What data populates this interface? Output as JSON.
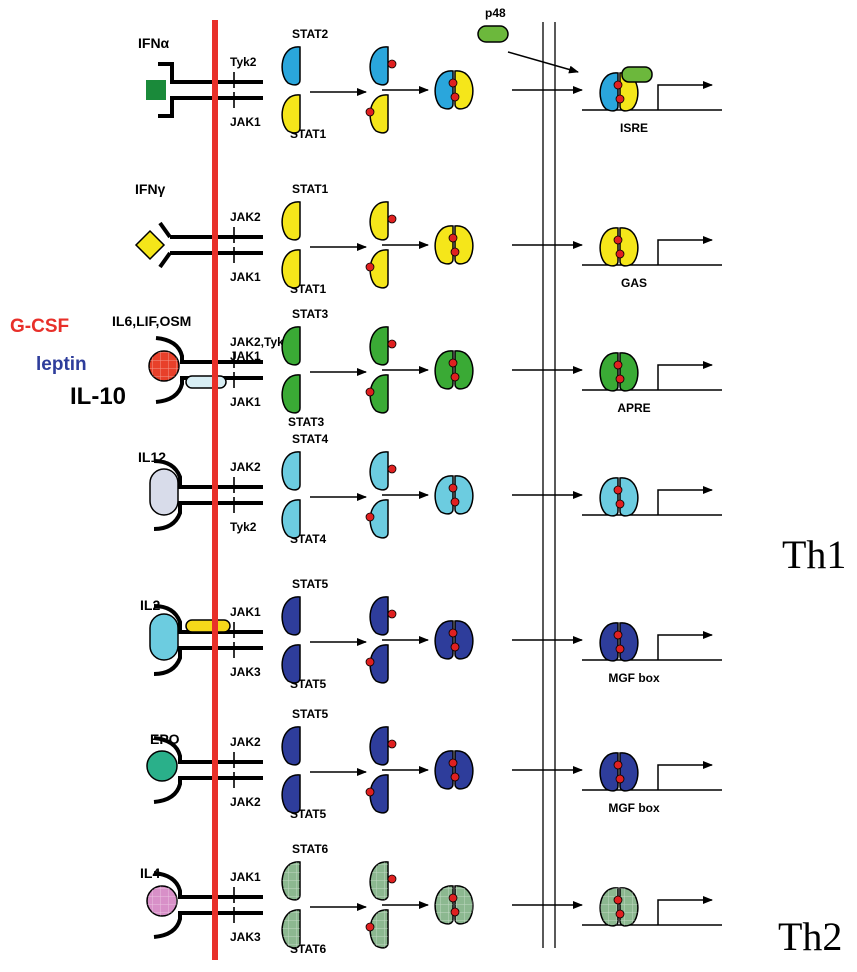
{
  "colors": {
    "membrane": "#e8302a",
    "stat2": "#2aa6dc",
    "stat1": "#f5e61a",
    "stat3": "#3aaa35",
    "stat4": "#6ccce0",
    "stat5": "#2e3d9b",
    "stat6": "#8cb890",
    "phospho": "#e02020",
    "p48": "#6cb83c",
    "ifna_ligand": "#1a8a3a",
    "ifng_ligand": "#f5e61a",
    "il6_ligand": "#e8402a",
    "il12_receptor": "#d8dcea",
    "il2_receptor": "#6ccce0",
    "il2_gamma_chain": "#f5d81a",
    "epo_ligand": "#2ab08a",
    "il4_ligand": "#d890c8",
    "il6_gp130": "#d8eef4"
  },
  "side_labels": {
    "g_csf": "G-CSF",
    "leptin": "leptin",
    "il10": "IL-10",
    "th1": "Th1",
    "th2": "Th2"
  },
  "p48_label": "p48",
  "pathways": [
    {
      "ligand": "IFNα",
      "ligand_shape": "square",
      "jak_top": "Tyk2",
      "jak_bottom": "JAK1",
      "stat_top": "STAT2",
      "stat_bottom": "STAT1",
      "top_color_key": "stat2",
      "bottom_color_key": "stat1",
      "element": "ISRE",
      "with_p48": true
    },
    {
      "ligand": "IFNγ",
      "ligand_shape": "diamond",
      "jak_top": "JAK2",
      "jak_bottom": "JAK1",
      "stat_top": "STAT1",
      "stat_bottom": "STAT1",
      "top_color_key": "stat1",
      "bottom_color_key": "stat1",
      "element": "GAS",
      "with_p48": false
    },
    {
      "ligand": "IL6,LIF,OSM",
      "ligand_shape": "circle",
      "jak_top": "JAK2,Tyk2",
      "jak_top2": "JAK1",
      "jak_bottom": "JAK1",
      "stat_top": "STAT3",
      "stat_bottom": "STAT3",
      "top_color_key": "stat3",
      "bottom_color_key": "stat3",
      "element": "APRE",
      "with_p48": false
    },
    {
      "ligand": "IL12",
      "ligand_shape": "oval",
      "jak_top": "JAK2",
      "jak_bottom": "Tyk2",
      "stat_top": "STAT4",
      "stat_bottom": "STAT4",
      "top_color_key": "stat4",
      "bottom_color_key": "stat4",
      "element": "",
      "with_p48": false
    },
    {
      "ligand": "IL2",
      "ligand_shape": "oval",
      "jak_top": "JAK1",
      "jak_bottom": "JAK3",
      "stat_top": "STAT5",
      "stat_bottom": "STAT5",
      "top_color_key": "stat5",
      "bottom_color_key": "stat5",
      "element": "MGF box",
      "with_p48": false
    },
    {
      "ligand": "EPO",
      "ligand_shape": "circle",
      "jak_top": "JAK2",
      "jak_bottom": "JAK2",
      "stat_top": "STAT5",
      "stat_bottom": "STAT5",
      "top_color_key": "stat5",
      "bottom_color_key": "stat5",
      "element": "MGF box",
      "with_p48": false
    },
    {
      "ligand": "IL4",
      "ligand_shape": "circle",
      "jak_top": "JAK1",
      "jak_bottom": "JAK3",
      "stat_top": "STAT6",
      "stat_bottom": "STAT6",
      "top_color_key": "stat6",
      "bottom_color_key": "stat6",
      "element": "",
      "with_p48": false
    }
  ]
}
